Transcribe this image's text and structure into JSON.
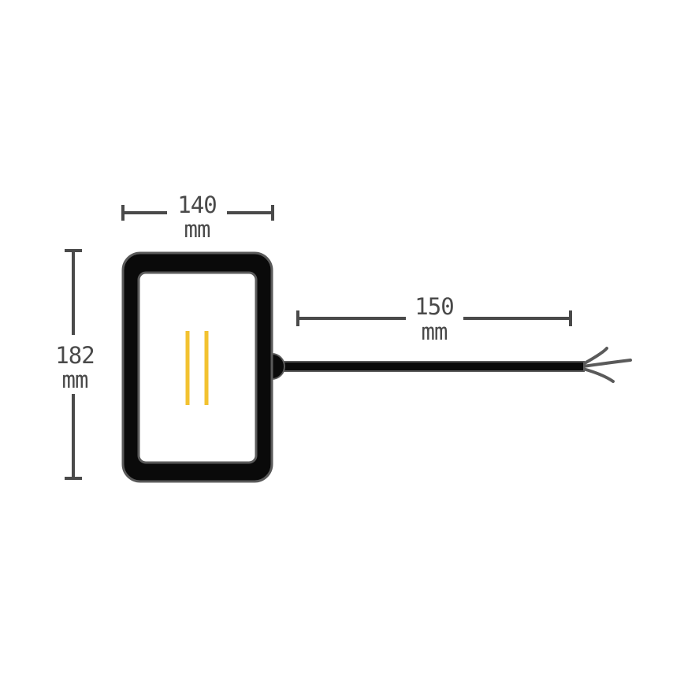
{
  "dimensions": {
    "width": {
      "value": "140",
      "unit": "mm"
    },
    "height": {
      "value": "182",
      "unit": "mm"
    },
    "cable": {
      "value": "150",
      "unit": "mm"
    }
  },
  "colors": {
    "dimension_lines": "#4a4a4a",
    "body": "#0a0a0a",
    "outline": "#5a5a5a",
    "led": "#f2c230"
  }
}
